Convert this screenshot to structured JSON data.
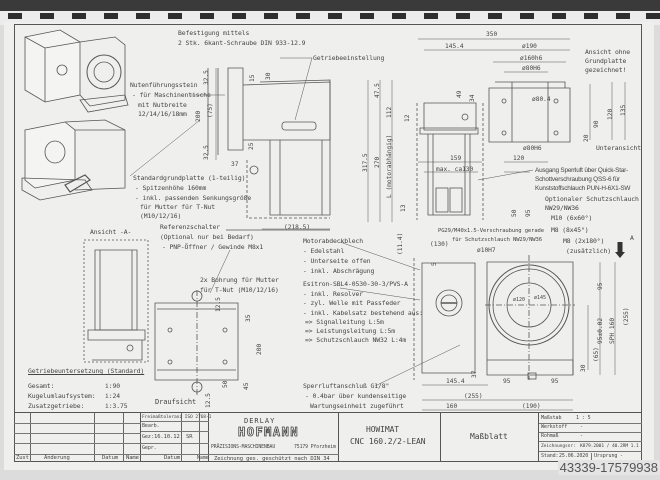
{
  "notes": {
    "befestigung": [
      "Befestigung mittels",
      "2 Stk. 6kant-Schraube DIN 933-12.9"
    ],
    "getriebeeinstellung": "Getriebeeinstellung",
    "nutenfuehrung": [
      "Nutenführungsstein",
      "- für Maschinentische",
      "mit Nutbreite",
      "12/14/16/18mm"
    ],
    "grundplatte": [
      "Standardgrundplatte (1-teilig)",
      "- Spitzenhöhe 160mm",
      "- inkl. passenden Senkungsgröße",
      "für Mutter für T-Nut",
      "(M10/12/16)"
    ],
    "ansicht_a": "Ansicht -A-",
    "referenzschalter": [
      "Referenzschalter",
      "(Optional nur bei Bedarf)",
      "- PNP-Öffner / Gewinde M8x1"
    ],
    "bohrung": [
      "2x Bohrung für Mutter",
      "für T-Nut (M10/12/16)"
    ],
    "draufsicht": "Draufsicht",
    "getriebe_title": "Getriebeuntersetzung (Standard)",
    "getriebe": [
      {
        "label": "Gesamt:",
        "value": "i:90"
      },
      {
        "label": "Kugelumlaufsystem:",
        "value": "i:24"
      },
      {
        "label": "Zusatzgetriebe:",
        "value": "i:3.75"
      }
    ],
    "motorabdeck": [
      "Motorabdeckblech",
      "- Edelstahl",
      "- Unterseite offen",
      "- inkl. Abschrägung"
    ],
    "esitron": [
      "Esitron-SBL4-0530-30-3/PVS-A",
      "- inkl. Resolver",
      "- zyl. Welle mit Passfeder",
      "- inkl. Kabelsatz bestehend aus:",
      "=> Signalleitung L:5m",
      "=> Leistungsleitung L:5m",
      "=> Schutzschlauch NW32 L:4m"
    ],
    "sperrluft": [
      "Sperrluftanschluß G1/8\"",
      "- 0.4bar über kundenseitige",
      "Wartungseinheit zugeführt"
    ],
    "ansicht_ohne": [
      "Ansicht ohne",
      "Grundplatte",
      "gezeichnet!"
    ],
    "unteransicht": "Unteransicht",
    "ausgang": [
      "Ausgang Sperrluft über Quick-Star-",
      "Schottverschraubung QSS-6 für",
      "Kunststoffschlauch PUN-H-6X1-SW"
    ],
    "schutzschlauch": [
      "Optionaler Schutzschlauch",
      "NW29/NW36"
    ],
    "gewinde": [
      "M10 (6x60°)",
      "M8 (8x45°)",
      "M8 (2x180°)",
      "(zusätzlich)"
    ],
    "pg": [
      "PG29/M40x1.5-Verschraubung gerade",
      "für Schutzschlauch NW29/NW36"
    ],
    "arrow_a": "A"
  },
  "dims": {
    "top": [
      "350",
      "145.4",
      "ø190",
      "ø160h6",
      "ø80H6",
      "ø80.4",
      "ø80H6",
      "120",
      "159",
      "max. ca130",
      "(218.5)"
    ],
    "vert": [
      "317.5",
      "270",
      "L (motorabhängig)",
      "112",
      "47.5",
      "49",
      "34",
      "12",
      "13",
      "90",
      "120",
      "135",
      "20",
      "50",
      "95",
      "(11.4)"
    ],
    "left": [
      "32.5",
      "200",
      "(75)",
      "32.5",
      "15",
      "30",
      "25",
      "37"
    ],
    "front": [
      "(130)",
      "5",
      "ø10H7",
      "95",
      "95±0.02",
      "SPH 160",
      "(255)",
      "(65)",
      "30",
      "37",
      "145.4",
      "95",
      "95",
      "(255)",
      "160",
      "(190)",
      "ø120",
      "ø145"
    ],
    "draufsicht": [
      "12.5",
      "35",
      "200",
      "50",
      "45",
      "12.5"
    ]
  },
  "title_block": {
    "rev_headers": [
      "Zust",
      "Änderung",
      "Datum",
      "Name"
    ],
    "tolerance": "Freimaßtoleranz ISO 2768-1",
    "bearb": "Bearb.",
    "gez": "Gez:",
    "gez_date": "16.10.12",
    "gez_name": "SR",
    "gepr": "Gepr.",
    "datum": "Datum",
    "name": "Name",
    "logo_top": "DERLAY",
    "logo_main": "HOFMANN",
    "company": "PRÄZISIONS-MASCHINENBAU",
    "city": "75179 Pforzheim",
    "protection": "Zeichnung ges. geschützt nach DIN 34",
    "product_1": "HOWIMAT",
    "product_2": "CNC 160.2/2-LEAN",
    "doc_type": "Maßblatt",
    "massstab_l": "Maßstab",
    "massstab": "1 : 5",
    "werkstoff_l": "Werkstoff",
    "werkstoff": "-",
    "rohmass_l": "Rohmaß",
    "rohmass": "-",
    "zeichnungsnr_l": "Zeichnungsnr:",
    "zeichnungsnr": "K879.2001 / 40.2RM 1.1",
    "stand_l": "Stand:",
    "stand": "25.06.2020",
    "ursprung_l": "Ursprung",
    "ursprung": "-"
  },
  "watermark": "43339-17579938"
}
